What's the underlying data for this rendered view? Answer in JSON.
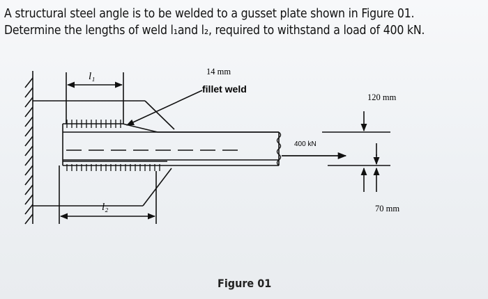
{
  "question": {
    "line1": "A structural steel angle is to be welded to a gusset plate shown in Figure 01.",
    "line2": "Determine the lengths of weld l₁and l₂, required to withstand a load of 400 kN."
  },
  "figure": {
    "l1_label": "l₁",
    "l2_label": "l₂",
    "weld_size": "14 mm",
    "weld_type": "fillet weld",
    "dim_top": "120 mm",
    "dim_bottom": "70 mm",
    "load": "400 kN",
    "caption": "Figure 01"
  }
}
